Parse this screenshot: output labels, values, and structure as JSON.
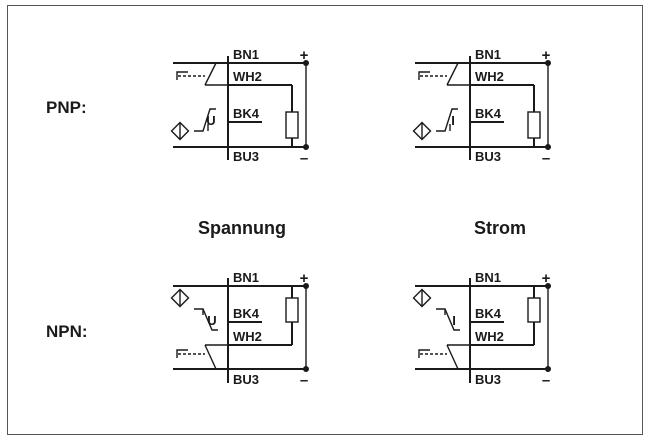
{
  "labels": {
    "row_pnp": "PNP:",
    "row_npn": "NPN:",
    "col_voltage": "Spannung",
    "col_current": "Strom"
  },
  "diagrams": [
    {
      "id": "pnp-voltage",
      "type": "pnp",
      "wires": [
        "BN1",
        "WH2",
        "BK4",
        "BU3"
      ],
      "output": "U",
      "plus": "+",
      "minus": "–"
    },
    {
      "id": "pnp-current",
      "type": "pnp",
      "wires": [
        "BN1",
        "WH2",
        "BK4",
        "BU3"
      ],
      "output": "I",
      "plus": "+",
      "minus": "–"
    },
    {
      "id": "npn-voltage",
      "type": "npn",
      "wires": [
        "BN1",
        "BK4",
        "WH2",
        "BU3"
      ],
      "output": "U",
      "plus": "+",
      "minus": "–"
    },
    {
      "id": "npn-current",
      "type": "npn",
      "wires": [
        "BN1",
        "BK4",
        "WH2",
        "BU3"
      ],
      "output": "I",
      "plus": "+",
      "minus": "–"
    }
  ],
  "colors": {
    "ink": "#1a1a1a",
    "border": "#555555",
    "background": "#ffffff"
  }
}
